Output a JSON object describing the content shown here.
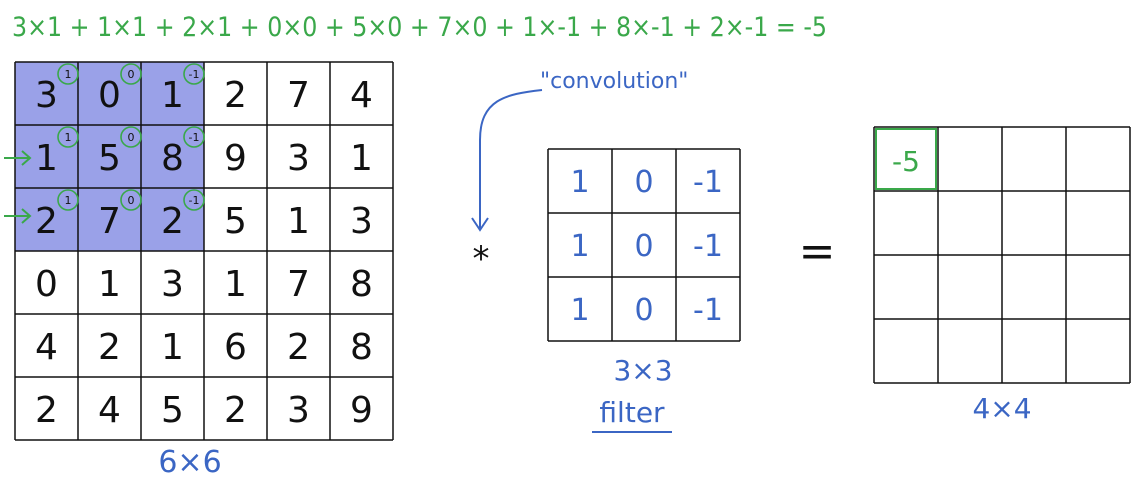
{
  "equation_text": "3×1 + 1×1 + 2×1 + 0×0 + 5×0 + 7×0 + 1×-1 + 8×-1 + 2×-1 = -5",
  "convolution_label": "\"convolution\"",
  "convolution_operator": "*",
  "equals_sign": "=",
  "input_grid": {
    "caption": "6×6",
    "cells": [
      [
        "3",
        "0",
        "1",
        "2",
        "7",
        "4"
      ],
      [
        "1",
        "5",
        "8",
        "9",
        "3",
        "1"
      ],
      [
        "2",
        "7",
        "2",
        "5",
        "1",
        "3"
      ],
      [
        "0",
        "1",
        "3",
        "1",
        "7",
        "8"
      ],
      [
        "4",
        "2",
        "1",
        "6",
        "2",
        "8"
      ],
      [
        "2",
        "4",
        "5",
        "2",
        "3",
        "9"
      ]
    ],
    "highlight_rows": 3,
    "highlight_cols": 3,
    "superscripts": [
      [
        "1",
        "0",
        "-1"
      ],
      [
        "1",
        "0",
        "-1"
      ],
      [
        "1",
        "0",
        "-1"
      ]
    ]
  },
  "filter_grid": {
    "caption_size": "3×3",
    "caption_word": "filter",
    "cells": [
      [
        "1",
        "0",
        "-1"
      ],
      [
        "1",
        "0",
        "-1"
      ],
      [
        "1",
        "0",
        "-1"
      ]
    ]
  },
  "output_grid": {
    "caption": "4×4",
    "cells": [
      [
        "-5",
        "",
        "",
        ""
      ],
      [
        "",
        "",
        "",
        ""
      ],
      [
        "",
        "",
        "",
        ""
      ],
      [
        "",
        "",
        "",
        ""
      ]
    ]
  },
  "colors": {
    "highlight_fill": "#9aa1e8",
    "green_ink": "#3aa84a",
    "blue_ink": "#3b66c4",
    "grid_line": "#111111"
  }
}
